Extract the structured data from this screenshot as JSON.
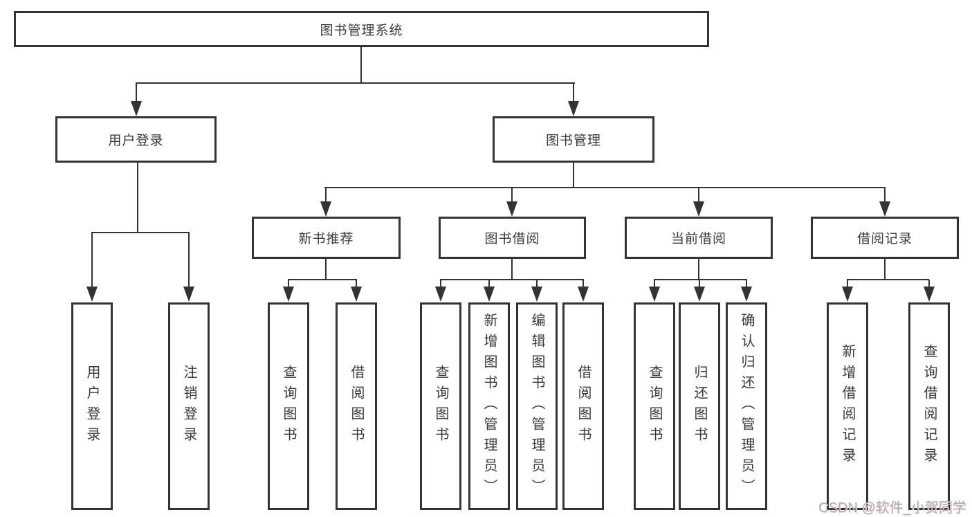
{
  "tree": {
    "root": {
      "label": "图书管理系统"
    },
    "branches": [
      {
        "label": "用户登录",
        "children": [
          {
            "label": "用户登录"
          },
          {
            "label": "注销登录"
          }
        ]
      },
      {
        "label": "图书管理",
        "children": [
          {
            "label": "新书推荐",
            "children": [
              {
                "label": "查询图书"
              },
              {
                "label": "借阅图书"
              }
            ]
          },
          {
            "label": "图书借阅",
            "children": [
              {
                "label": "查询图书"
              },
              {
                "label": "新增图书（管理员）"
              },
              {
                "label": "编辑图书（管理员）"
              },
              {
                "label": "借阅图书"
              }
            ]
          },
          {
            "label": "当前借阅",
            "children": [
              {
                "label": "查询图书"
              },
              {
                "label": "归还图书"
              },
              {
                "label": "确认归还（管理员）"
              }
            ]
          },
          {
            "label": "借阅记录",
            "children": [
              {
                "label": "新增借阅记录"
              },
              {
                "label": "查询借阅记录"
              }
            ]
          }
        ]
      }
    ]
  },
  "watermark": "CSDN @软件_小贺同学",
  "colors": {
    "line": "#333333",
    "box_border": "#333333",
    "text": "#3a3a3a",
    "background": "#ffffff",
    "watermark": "#b5adad"
  }
}
